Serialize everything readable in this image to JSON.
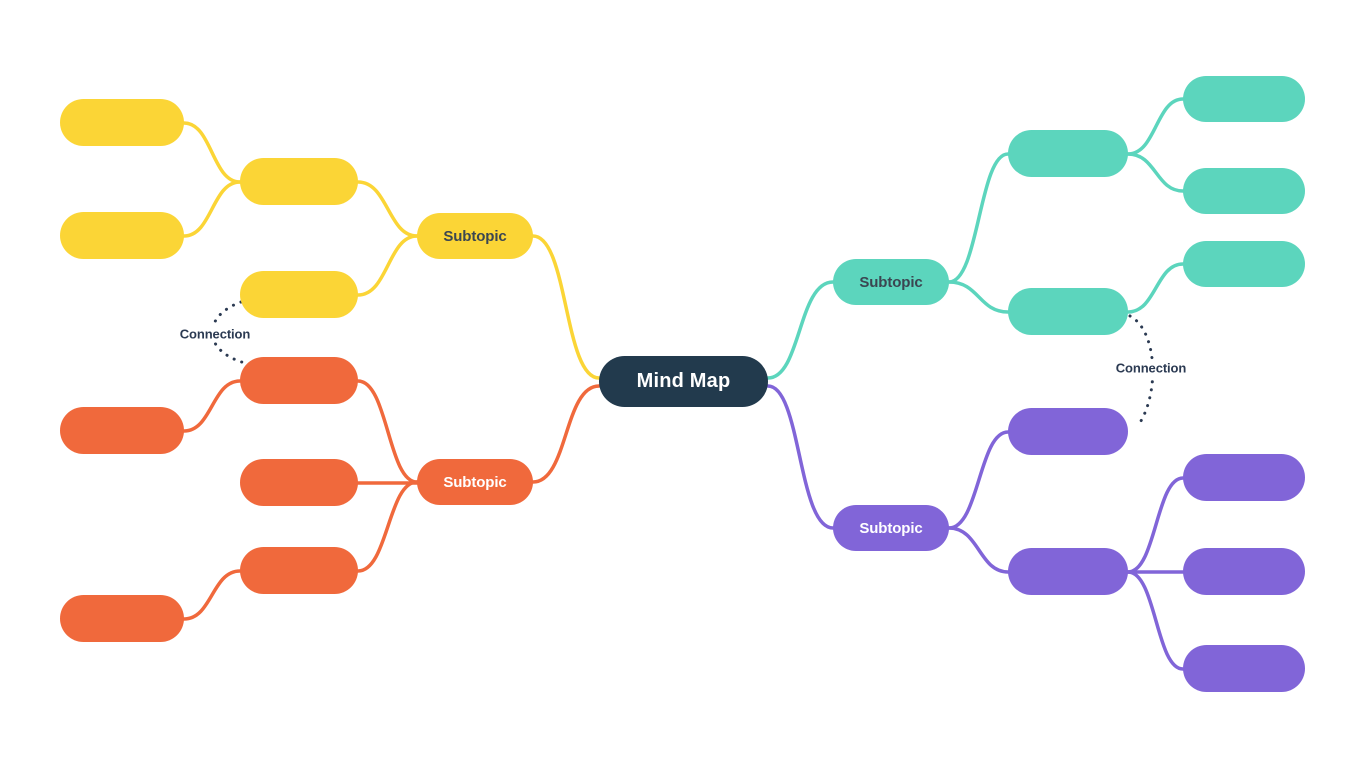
{
  "app": {
    "background": "#ffffff",
    "diagram_type": "mind map"
  },
  "palette": {
    "yellow": "#fbd536",
    "orange": "#f0693c",
    "teal": "#5cd5bd",
    "purple": "#8165d8",
    "navy": "#223a4d",
    "dark_text": "#3b4651",
    "white": "#ffffff",
    "connection": "#2b3a52"
  },
  "root": {
    "label": "Mind Map"
  },
  "branches": {
    "yellow": {
      "label": "Subtopic",
      "color": "#fbd536",
      "side": "left-top",
      "children": [
        {
          "label": ""
        },
        {
          "label": ""
        },
        {
          "label": ""
        },
        {
          "label": ""
        }
      ]
    },
    "orange": {
      "label": "Subtopic",
      "color": "#f0693c",
      "side": "left-bottom",
      "children": [
        {
          "label": ""
        },
        {
          "label": ""
        },
        {
          "label": ""
        },
        {
          "label": ""
        },
        {
          "label": ""
        }
      ]
    },
    "teal": {
      "label": "Subtopic",
      "color": "#5cd5bd",
      "side": "right-top",
      "children": [
        {
          "label": ""
        },
        {
          "label": ""
        },
        {
          "label": ""
        },
        {
          "label": ""
        },
        {
          "label": ""
        }
      ]
    },
    "purple": {
      "label": "Subtopic",
      "color": "#8165d8",
      "side": "right-bottom",
      "children": [
        {
          "label": ""
        },
        {
          "label": ""
        },
        {
          "label": ""
        },
        {
          "label": ""
        },
        {
          "label": ""
        }
      ]
    }
  },
  "connections": {
    "left": {
      "label": "Connection",
      "style": "dotted"
    },
    "right": {
      "label": "Connection",
      "style": "dotted"
    }
  }
}
